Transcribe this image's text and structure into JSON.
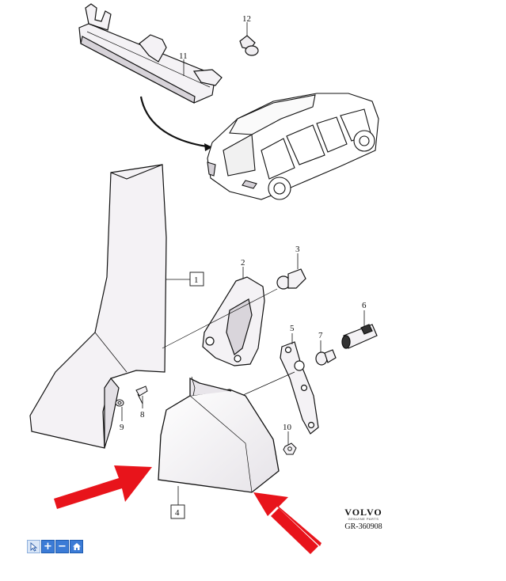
{
  "callouts": {
    "n1": "1",
    "n2": "2",
    "n3": "3",
    "n4": "4",
    "n5": "5",
    "n6": "6",
    "n7": "7",
    "n8": "8",
    "n9": "9",
    "n10": "10",
    "n11": "11",
    "n12": "12"
  },
  "brand": {
    "logo": "VOLVO",
    "sub": "GENUINE PARTS",
    "code": "GR-360908"
  },
  "toolbar": {
    "buttons": [
      {
        "name": "pointer",
        "icon": "cursor-icon"
      },
      {
        "name": "zoom-in",
        "icon": "plus-icon",
        "glyph": "+"
      },
      {
        "name": "zoom-out",
        "icon": "minus-icon",
        "glyph": "−"
      },
      {
        "name": "home",
        "icon": "home-icon"
      }
    ]
  },
  "colors": {
    "arrow": "#e8141b",
    "toolbar": "#3b7bd6",
    "lamp": "#f0eef1"
  }
}
